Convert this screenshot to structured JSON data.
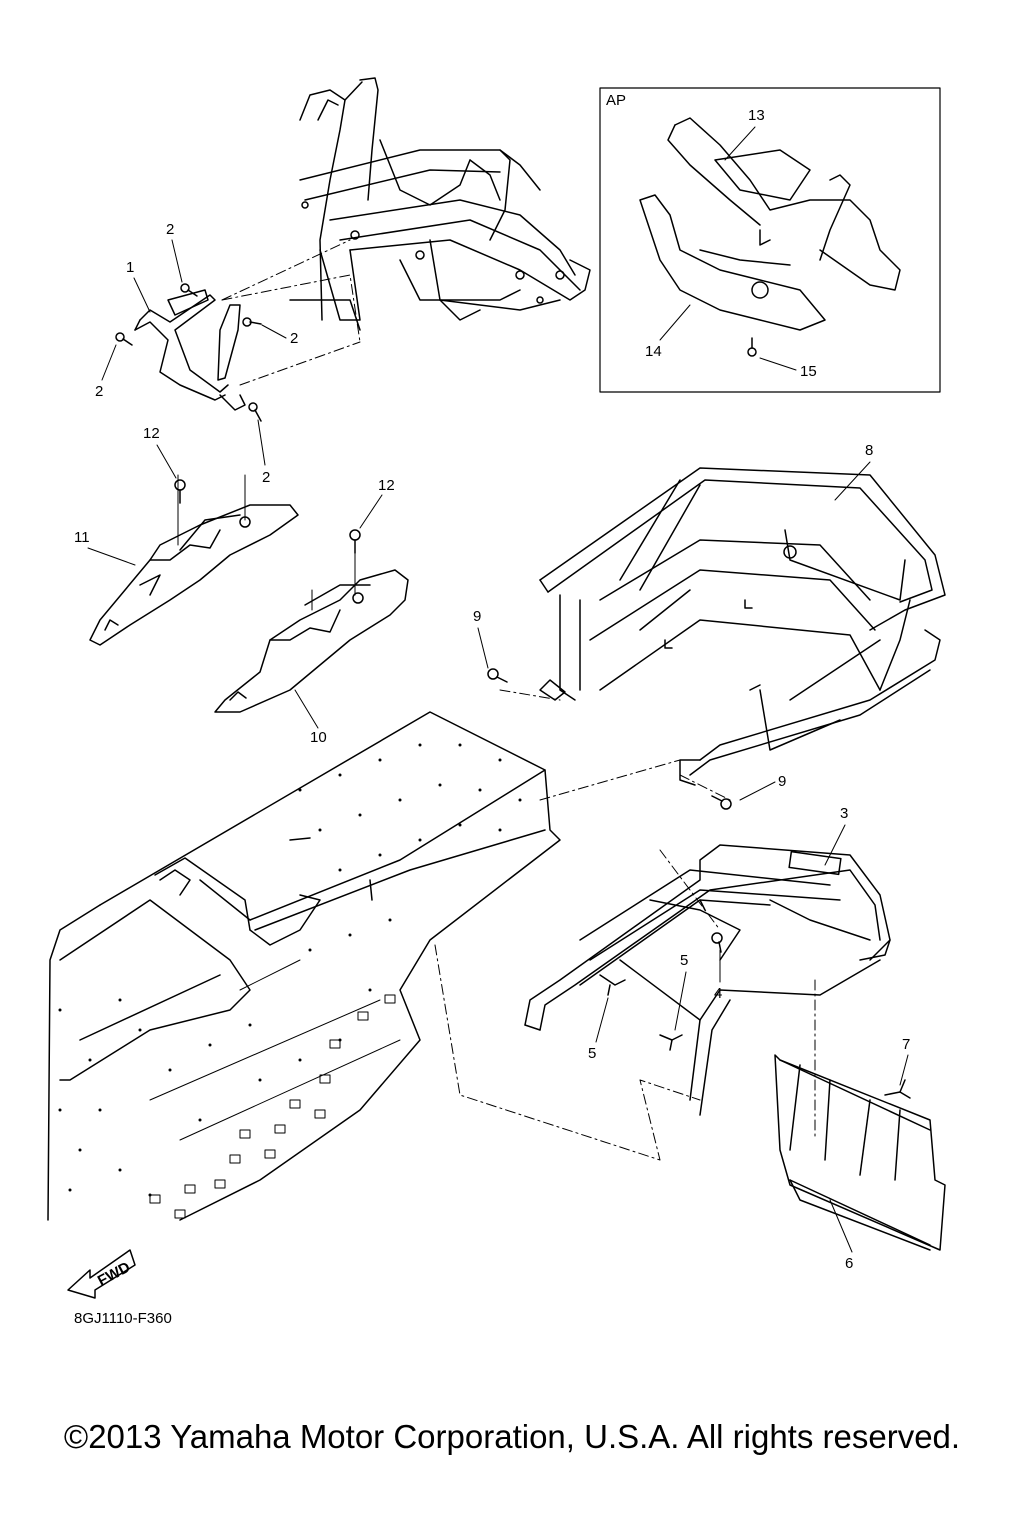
{
  "inset": {
    "label": "AP"
  },
  "callouts": {
    "c1": "1",
    "c2a": "2",
    "c2b": "2",
    "c2c": "2",
    "c2d": "2",
    "c3": "3",
    "c4": "4",
    "c5a": "5",
    "c5b": "5",
    "c6": "6",
    "c7": "7",
    "c8": "8",
    "c9a": "9",
    "c9b": "9",
    "c10": "10",
    "c11": "11",
    "c12a": "12",
    "c12b": "12",
    "c13": "13",
    "c14": "14",
    "c15": "15"
  },
  "fwd_badge": "FWD",
  "diagram_code": "8GJ1110-F360",
  "copyright": "©2013 Yamaha Motor Corporation, U.S.A. All rights reserved.",
  "colors": {
    "line": "#000000",
    "background": "#ffffff"
  }
}
